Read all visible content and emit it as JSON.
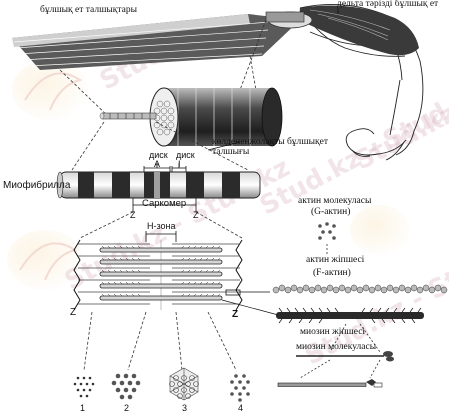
{
  "labels": {
    "skeletal_fibers": "бұлшық ет талшықтары",
    "deltoid": "дельта тәрізді бұлшық ет",
    "cross_fiber_1": "көлденеңжолақты бұлшықет",
    "cross_fiber_2": "талшығы",
    "myofibril": "Миофибрилла",
    "disk_a_1": "диск",
    "disk_a_2": "A",
    "disk_i_1": "диск",
    "disk_i_2": "I",
    "sarcomere": "Саркомер",
    "z_top_left": "Z",
    "z_top_right": "Z",
    "h_zone": "H-зона",
    "z_left": "Z",
    "z_right": "Z",
    "actin_molecule_1": "актин молекуласы",
    "actin_molecule_2": "(G-актин)",
    "actin_filament_1": "актин жіпшесі",
    "actin_filament_2": "(F-актин)",
    "myosin_filament": "миозин жіпшесі",
    "myosin_molecule": "миозин молекуласы",
    "cs_1": "1",
    "cs_2": "2",
    "cs_3": "3",
    "cs_4": "4"
  },
  "watermarks": [
    "Stud.kz",
    "Stud.kz - Stud.kz",
    "Stud.kz - Stud.kz",
    "Stud.kz - Stud.kz",
    "Stud.kz"
  ],
  "colors": {
    "ink": "#111111",
    "muscle_dark": "#2a2a2a",
    "muscle_mid": "#777777",
    "watermark": "#d8a0b0"
  }
}
